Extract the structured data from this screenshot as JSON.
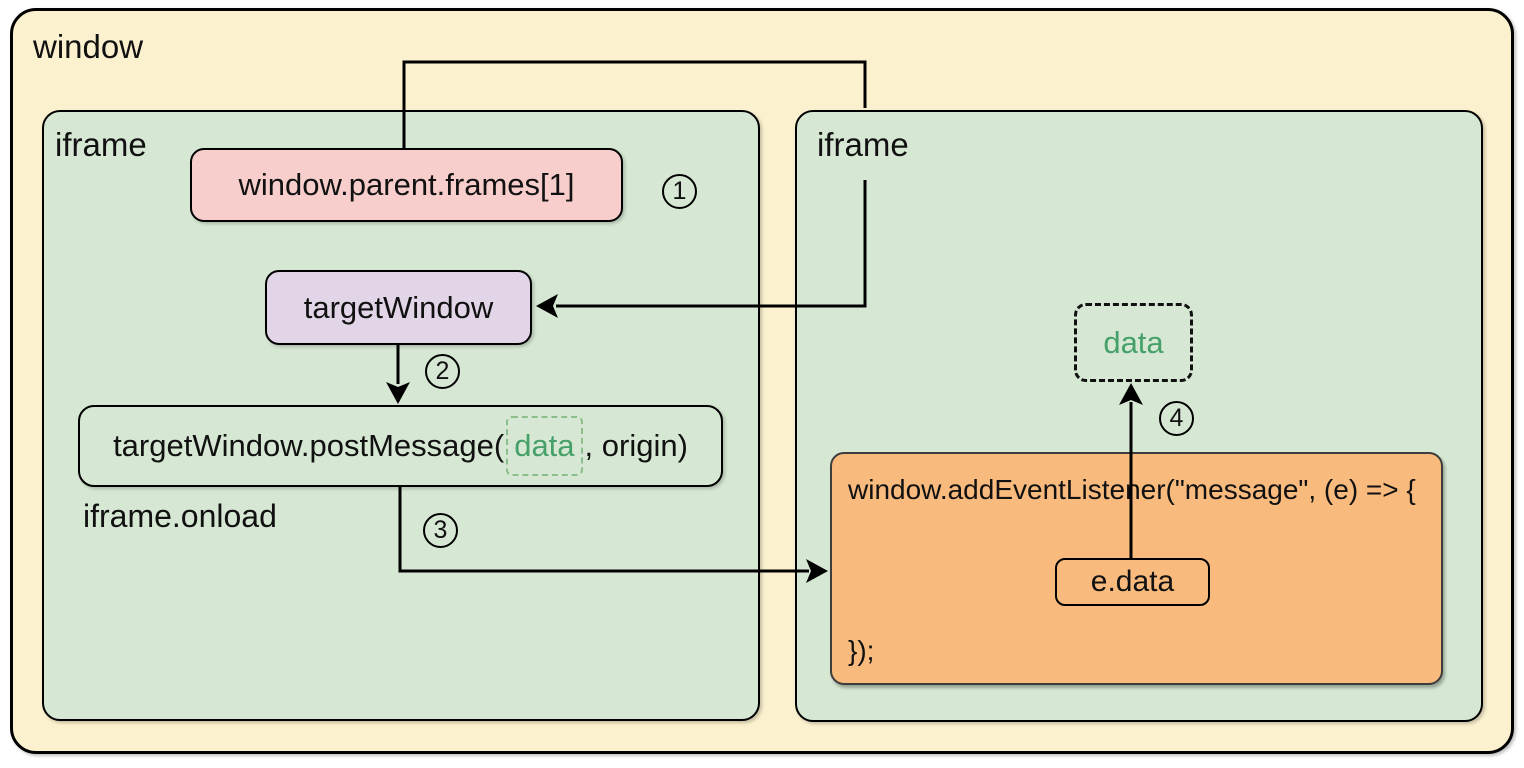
{
  "diagram": {
    "window_label": "window",
    "colors": {
      "window_fill": "#FBF1CE",
      "iframe_fill": "#D6E8D3",
      "frames_ref_fill": "#F8CECC",
      "target_window_fill": "#E1D5E7",
      "listener_fill": "#F9BA7E",
      "data_text_green": "#46A06A",
      "data_dash_light_green": "#8CBE8C",
      "line_color": "#000000"
    },
    "left_iframe": {
      "label": "iframe",
      "frames_ref_box": "window.parent.frames[1]",
      "target_window_box": "targetWindow",
      "post_message": {
        "prefix": "targetWindow.postMessage(",
        "data_arg": "data",
        "suffix": ", origin)"
      },
      "onload_label": "iframe.onload"
    },
    "right_iframe": {
      "label": "iframe",
      "data_box": "data",
      "listener_code_open": "window.addEventListener(\"message\", (e) => {",
      "listener_code_close": "});",
      "event_data_box": "e.data"
    },
    "steps": {
      "one": "1",
      "two": "2",
      "three": "3",
      "four": "4"
    }
  }
}
